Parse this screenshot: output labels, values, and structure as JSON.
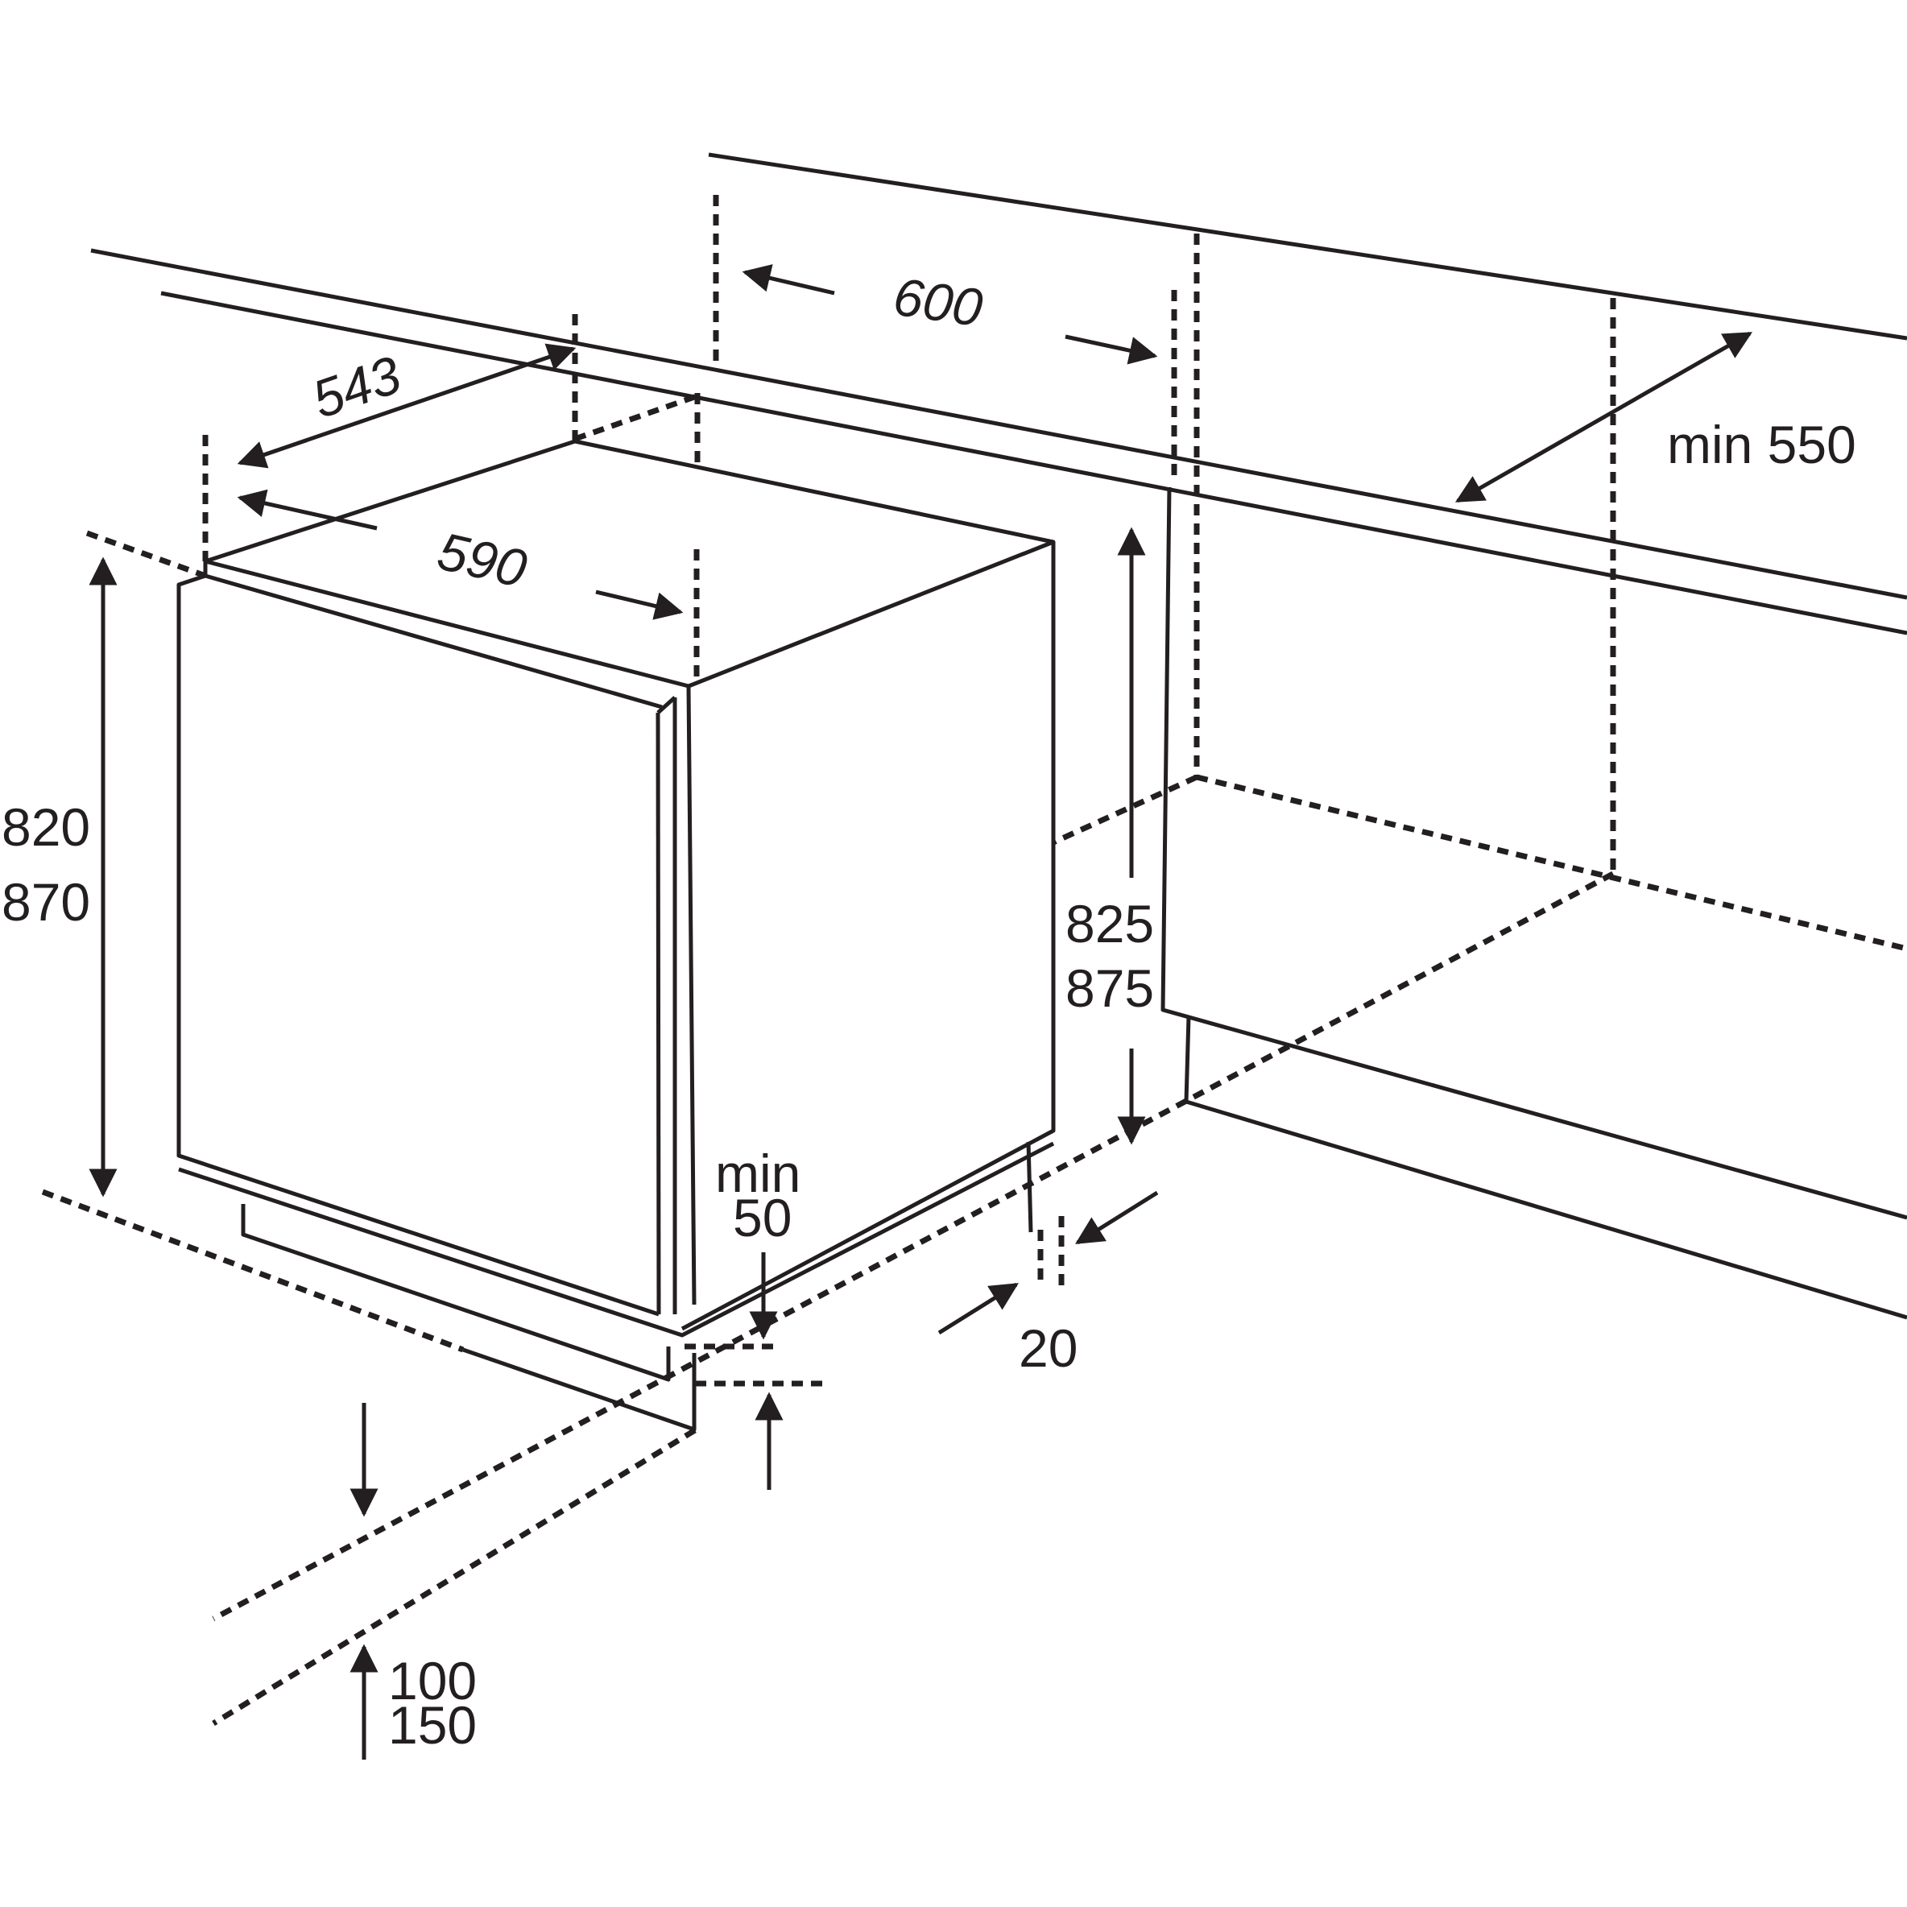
{
  "labels": {
    "dim_543": "543",
    "dim_590": "590",
    "dim_600": "600",
    "dim_min550": "min 550",
    "dim_820": "820",
    "dim_870": "870",
    "dim_825": "825",
    "dim_875": "875",
    "dim_min": "min",
    "dim_50": "50",
    "dim_20": "20",
    "dim_100": "100",
    "dim_150": "150"
  },
  "colors": {
    "line": "#231f20",
    "background": "#ffffff"
  }
}
